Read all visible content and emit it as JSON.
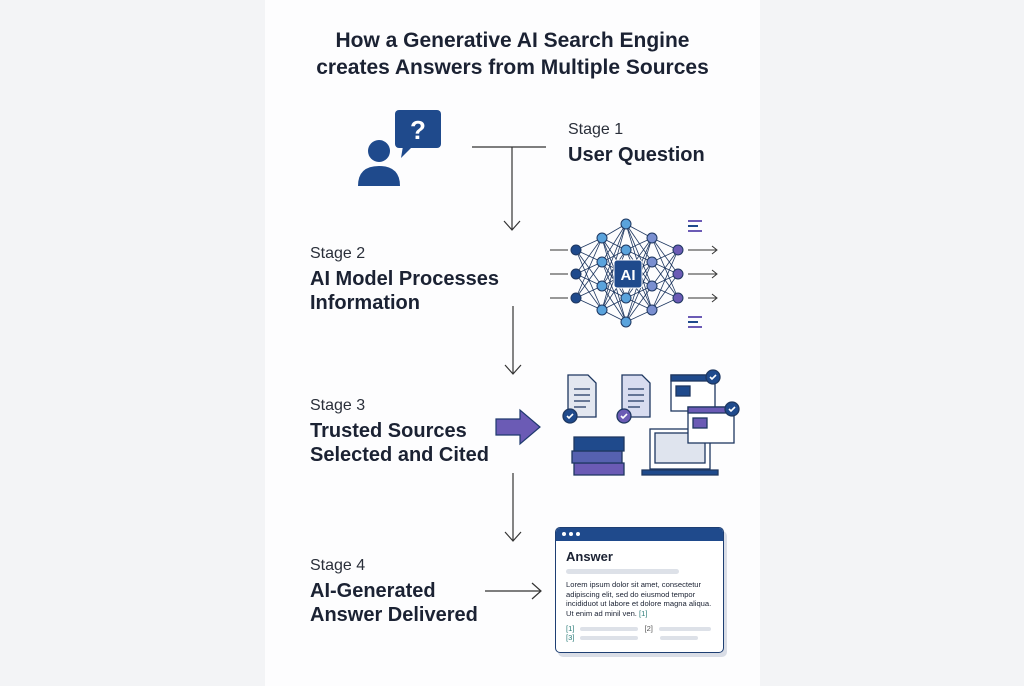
{
  "title": {
    "line1": "How a Generative AI Search Engine",
    "line2": "creates Answers from Multiple Sources"
  },
  "stages": [
    {
      "number": "Stage 1",
      "name_lines": [
        "User Question"
      ]
    },
    {
      "number": "Stage 2",
      "name_lines": [
        "AI Model Processes",
        "Information"
      ]
    },
    {
      "number": "Stage 3",
      "name_lines": [
        "Trusted Sources",
        "Selected and Cited"
      ]
    },
    {
      "number": "Stage 4",
      "name_lines": [
        "AI-Generated",
        "Answer Delivered"
      ]
    }
  ],
  "icons": {
    "stage1": "user-question-icon",
    "stage2": "neural-network-icon",
    "stage2_label": "AI",
    "stage3": "sources-documents-books-laptop-icon",
    "stage4": "answer-window-icon",
    "question_mark": "?"
  },
  "answer_card": {
    "heading": "Answer",
    "body": "Lorem ipsum dolor sit amet, consectetur adipiscing elit, sed do eiusmod tempor incididuot ut labore et dolore magna aliqua. Ut enim ad minil ven.",
    "inline_citation": "[1]",
    "references": [
      "[1]",
      "[2]",
      "[3]"
    ]
  },
  "colors": {
    "navy": "#1f4a8c",
    "purple": "#6b5bb5",
    "light_blue": "#5aa3dc",
    "text": "#1b2233",
    "background": "#f3f4f6"
  }
}
